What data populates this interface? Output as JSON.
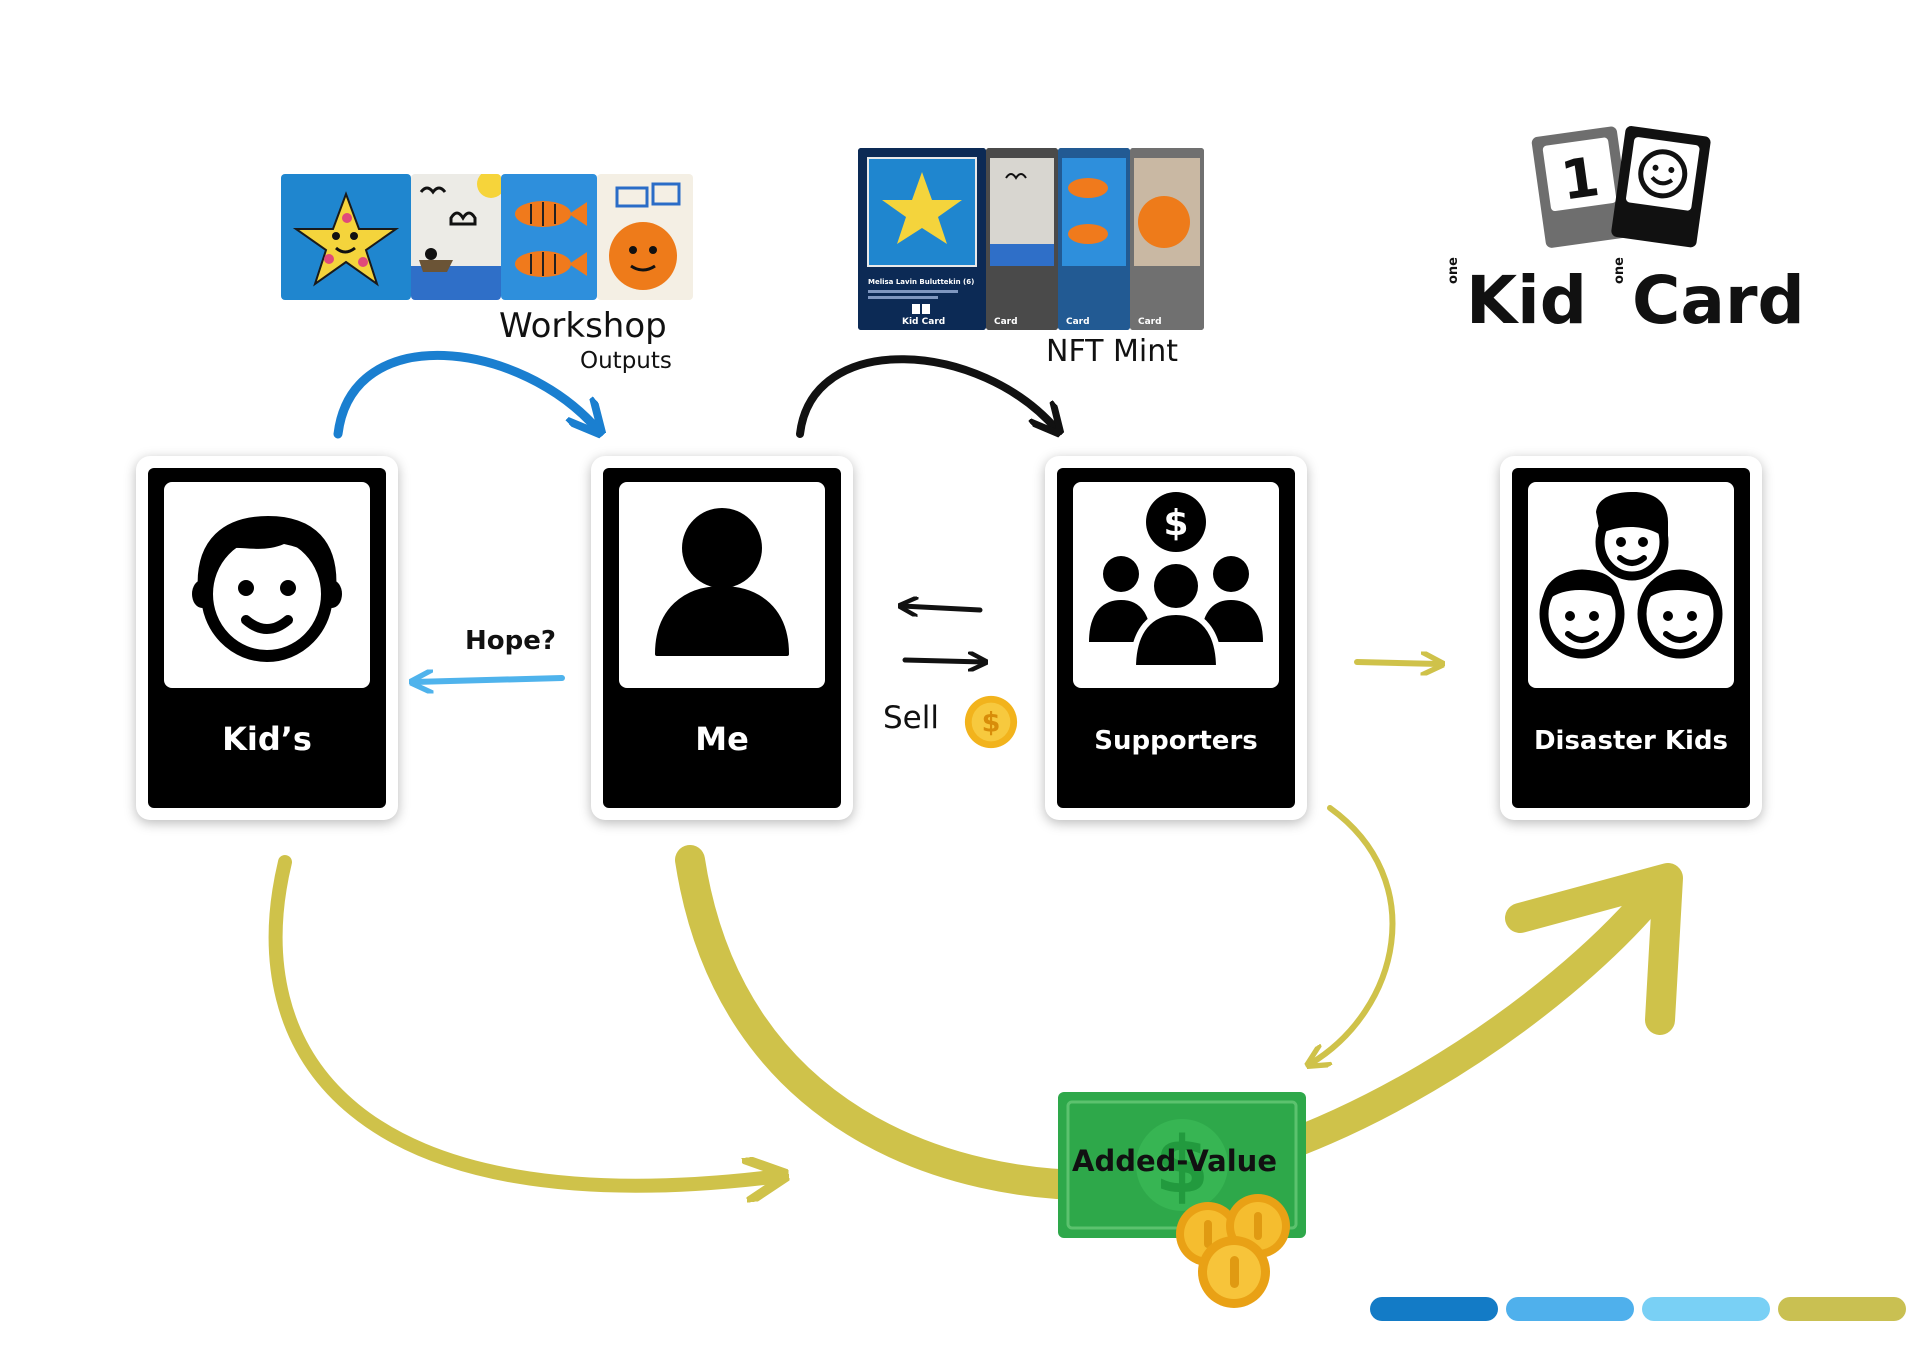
{
  "brand": {
    "logo_line1": "one",
    "logo_word1": "Kid",
    "logo_word2": "Card",
    "logo_badge": "1"
  },
  "cards": [
    {
      "id": "kids",
      "label": "Kid’s",
      "icon": "child-face-icon"
    },
    {
      "id": "me",
      "label": "Me",
      "icon": "person-icon"
    },
    {
      "id": "supporters",
      "label": "Supporters",
      "icon": "supporters-group-icon"
    },
    {
      "id": "disaster",
      "label": "Disaster Kids",
      "icon": "three-children-icon"
    }
  ],
  "workshop": {
    "title": "Workshop",
    "subtitle": "Outputs"
  },
  "nft": {
    "title": "NFT Mint",
    "card_caption": "Melisa Lavin Buluttekin (6)",
    "card_brand": "Kid Card"
  },
  "hope": "Hope?",
  "sell": "Sell",
  "added_value": "Added-Value",
  "colors": {
    "blue_arrow": "#1a7fd0",
    "light_blue_arrow": "#4fb3ec",
    "olive_arrow": "#cfc24a",
    "cash_green": "#33b24d",
    "coin_gold": "#f2b31c",
    "progress": [
      "#137bc6",
      "#4fb0ec",
      "#79d0f5",
      "#c9c052"
    ]
  }
}
